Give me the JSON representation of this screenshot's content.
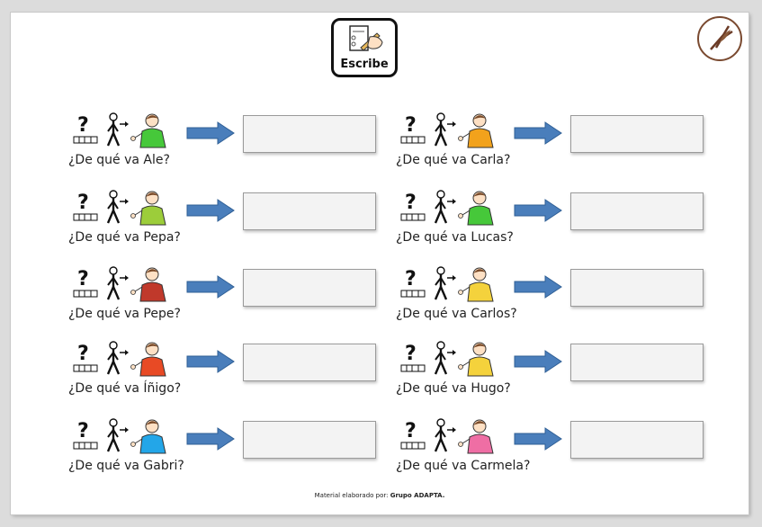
{
  "header": {
    "label": "Escribe",
    "icon": "writing-hand-icon"
  },
  "logo": {
    "icon": "scissors-leaf-logo"
  },
  "colors": {
    "arrow": "#4a7ebb",
    "arrow_stroke": "#2f5f95",
    "box_bg": "#f3f3f3"
  },
  "rows": [
    {
      "question": "¿De qué va Ale?",
      "shirt": "#46c83a"
    },
    {
      "question": "¿De qué va Carla?",
      "shirt": "#f2a21c"
    },
    {
      "question": "¿De qué va Pepa?",
      "shirt": "#9ccd3a"
    },
    {
      "question": "¿De qué va Lucas?",
      "shirt": "#46c83a"
    },
    {
      "question": "¿De qué va Pepe?",
      "shirt": "#c0392b"
    },
    {
      "question": "¿De qué va Carlos?",
      "shirt": "#f4d23c"
    },
    {
      "question": "¿De qué va Íñigo?",
      "shirt": "#e84a25"
    },
    {
      "question": "¿De qué va Hugo?",
      "shirt": "#f4d23c"
    },
    {
      "question": "¿De qué va Gabri?",
      "shirt": "#23a6e8"
    },
    {
      "question": "¿De qué va Carmela?",
      "shirt": "#ef6ea4"
    }
  ],
  "footer": {
    "prefix": "Material elaborado por: ",
    "author": "Grupo ADAPTA."
  }
}
